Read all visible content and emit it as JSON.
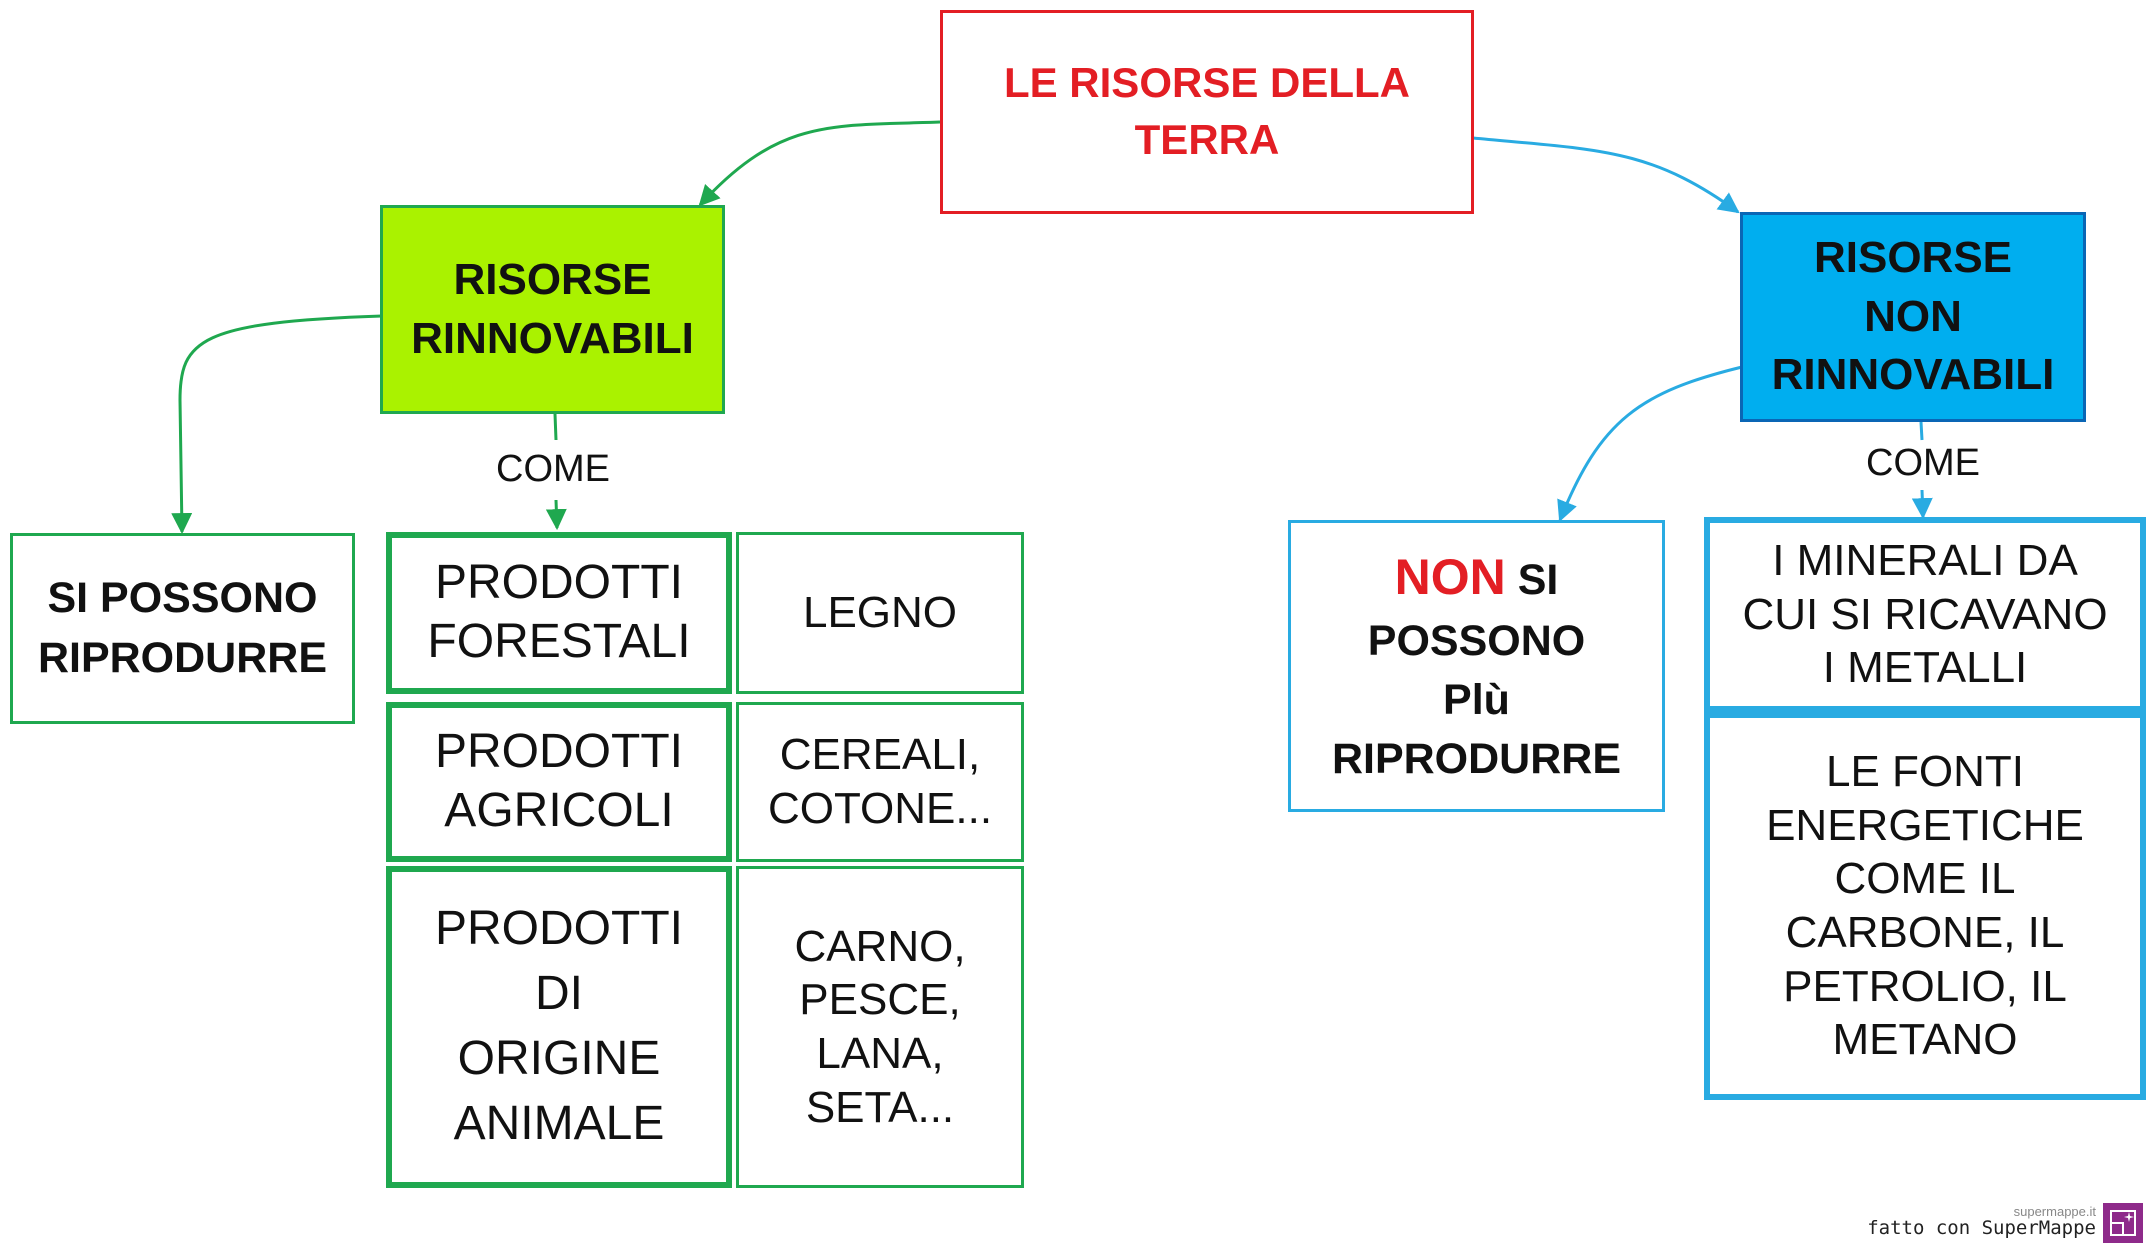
{
  "root": {
    "label": "LE  RISORSE  DELLA\nTERRA"
  },
  "renewable": {
    "label": "RISORSE\nRINNOVABILI",
    "link_label": "COME",
    "property": "SI POSSONO\nRIPRODURRE",
    "examples": [
      {
        "category": "PRODOTTI\nFORESTALI",
        "detail": "LEGNO"
      },
      {
        "category": "PRODOTTI\nAGRICOLI",
        "detail": "CEREALI,\nCOTONE..."
      },
      {
        "category": "PRODOTTI\nDI\nORIGINE\nANIMALE",
        "detail": "CARNO,\nPESCE,\nLANA,\nSETA..."
      }
    ]
  },
  "non_renewable": {
    "label": "RISORSE\nNON\nRINNOVABILI",
    "link_label": "COME",
    "property_highlight": "NON",
    "property_rest_first_line": "SI",
    "property_rest": "POSSONO\nPlù\nRIPRODURRE",
    "examples": [
      "I MINERALI DA\nCUI SI RICAVANO\nI METALLI",
      "LE FONTI\nENERGETICHE\nCOME IL\nCARBONE, IL\nPETROLIO, IL\nMETANO"
    ]
  },
  "footer": {
    "site": "supermappe.it",
    "made_with": "fatto con SuperMappe"
  },
  "colors": {
    "root_border": "#e31e24",
    "renewable_fill": "#aaf200",
    "non_renewable_fill": "#00aeef",
    "green_line": "#1fa84f",
    "blue_line": "#29abe2",
    "logo": "#8e2a8a"
  }
}
